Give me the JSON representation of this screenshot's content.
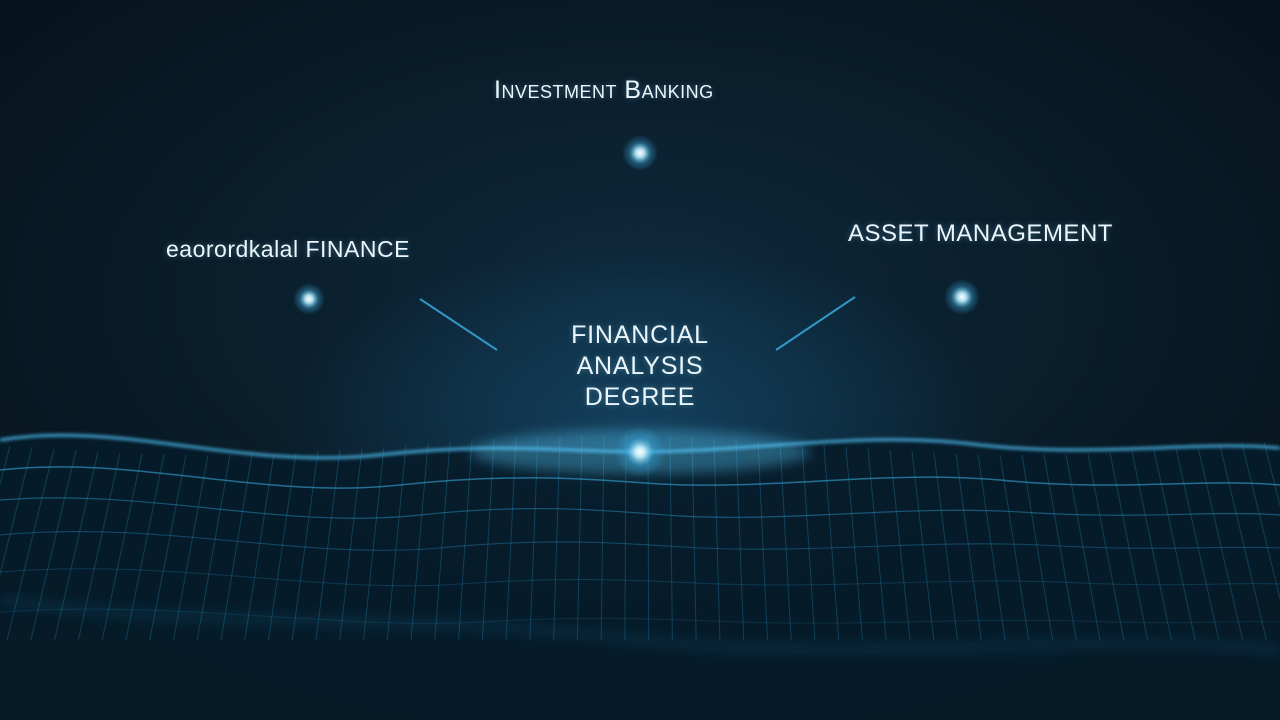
{
  "nodes": {
    "top": {
      "label": "Investment Banking"
    },
    "left": {
      "label": "eaorordkalal FINANCE"
    },
    "right": {
      "label": "ASSET MANAGEMENT"
    },
    "center": {
      "line1": "FINANCIAL",
      "line2": "ANALYSIS",
      "line3": "DEGREE"
    }
  },
  "colors": {
    "background": "#061119",
    "glow": "#7fd8ff",
    "line": "#2fa3d6",
    "text": "#eaf6fb"
  }
}
